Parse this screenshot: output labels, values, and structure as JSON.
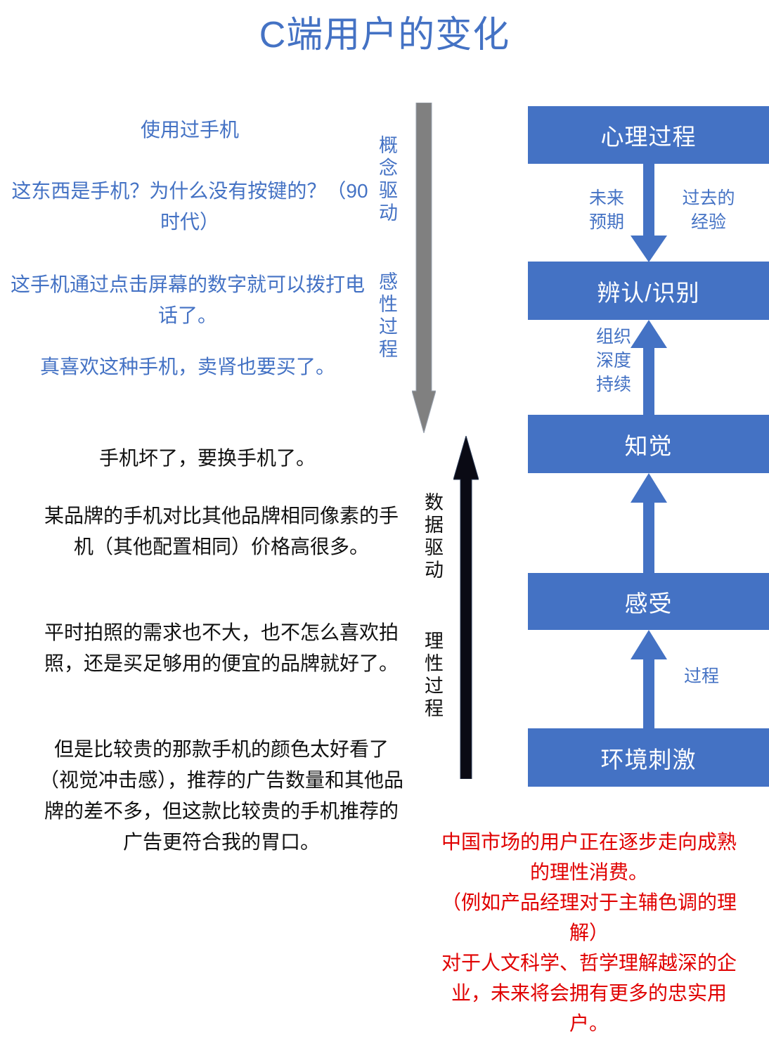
{
  "title": "C端用户的变化",
  "colors": {
    "brand_blue": "#4472C4",
    "box_fill": "#4472C4",
    "box_text": "#FFFFFF",
    "gray_arrow": "#808080",
    "black_arrow": "#000000",
    "red_text": "#E00000",
    "black_text": "#111111",
    "background": "#FFFFFF"
  },
  "left_column": {
    "blue_quotes": [
      "使用过手机",
      "这东西是手机？为什么没有按键的？（90时代）",
      "这手机通过点击屏幕的数字就可以拨打电话了。",
      "真喜欢这种手机，卖肾也要买了。"
    ],
    "black_quotes": [
      "手机坏了，要换手机了。",
      "某品牌的手机对比其他品牌相同像素的手机（其他配置相同）价格高很多。",
      "平时拍照的需求也不大，也不怎么喜欢拍照，还是买足够用的便宜的品牌就好了。",
      "但是比较贵的那款手机的颜色太好看了（视觉冲击感），推荐的广告数量和其他品牌的差不多，但这款比较贵的手机推荐的广告更符合我的胃口。"
    ]
  },
  "center_arrows": {
    "gray_arrow": {
      "direction": "down",
      "label_top": "概念驱动",
      "label_bottom": "感性过程",
      "color": "#808080"
    },
    "black_arrow": {
      "direction": "up",
      "label_top": "数据驱动",
      "label_bottom": "理性过程",
      "color": "#000000"
    }
  },
  "flow": {
    "boxes": [
      {
        "label": "心理过程"
      },
      {
        "label": "辨认/识别"
      },
      {
        "label": "知觉"
      },
      {
        "label": "感受"
      },
      {
        "label": "环境刺激"
      }
    ],
    "connectors": [
      {
        "direction": "down",
        "from": "心理过程",
        "to": "辨认/识别"
      },
      {
        "direction": "up",
        "from": "知觉",
        "to": "辨认/识别"
      },
      {
        "direction": "up",
        "from": "感受",
        "to": "知觉"
      },
      {
        "direction": "up",
        "from": "环境刺激",
        "to": "感受"
      }
    ],
    "side_labels": {
      "future_expectation": "未来\n预期",
      "past_experience": "过去的\n经验",
      "organization": "组织\n深度\n持续",
      "process": "过程"
    }
  },
  "conclusion": {
    "lines": [
      "中国市场的用户正在逐步走向成熟的理性消费。",
      "（例如产品经理对于主辅色调的理解）",
      "对于人文科学、哲学理解越深的企业，未来将会拥有更多的忠实用户。"
    ],
    "text": "中国市场的用户正在逐步走向成熟的理性消费。（例如产品经理对于主辅色调的理解）对于人文科学、哲学理解越深的企业，未来将会拥有更多的忠实用户。"
  }
}
